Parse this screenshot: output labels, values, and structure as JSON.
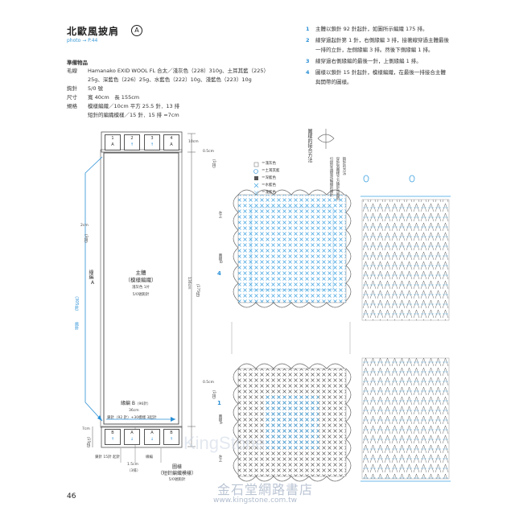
{
  "header": {
    "title": "北歐風披肩",
    "badge": "A",
    "photo": "photo → P.44"
  },
  "materials": {
    "heading": "準備物品",
    "rows": [
      {
        "k": "毛線",
        "v": "Hamanako EXID WOOL FL 合太／淺灰色（228）310g、土耳其藍（225）"
      },
      {
        "k": "",
        "v": "25g、深藍色（226）25g、水藍色（222）10g、淺藍色（223）10g"
      },
      {
        "k": "鉤針",
        "v": "5/0 號"
      },
      {
        "k": "尺寸",
        "v": "寬 40cm　長 155cm"
      },
      {
        "k": "規格",
        "v": "模樣編織／10cm 平方 25.5 針．13 排"
      },
      {
        "k": "",
        "v": "短針的編織模樣／15 針．15 排 =7cm"
      }
    ]
  },
  "steps": [
    {
      "n": "1",
      "t": "主體以鎖針 92 針起針，如圖所示編織 175 排。"
    },
    {
      "n": "2",
      "t": "線穿過起針第 1 針，右側緣編 3 排，接著線穿過主體最後一排的立針，左側緣編 3 排。然後下側緣編 1 排。"
    },
    {
      "n": "3",
      "t": "線穿過右側緣編的最後一針，上側緣編 1 排。"
    },
    {
      "n": "4",
      "t": "圖樣以鎖針 15 針起針，模樣編織，在最後一排接合主體與開帶的圖樣。"
    }
  ],
  "schematic": {
    "body_title": "主體",
    "body_sub": "（模樣編織）",
    "body_color": "淺灰色 1片",
    "body_hook": "5/0號鉤針",
    "edge_a": "緣編",
    "edge_a_letter": "A",
    "edge_a_stitches": "（305針）",
    "edge_a_pick": "挑針",
    "edge_b": "緣編 B",
    "edge_b_stitches": "（96針）",
    "width": "36cm",
    "start": "鎖針（92 針）+30模樣 3起針",
    "bottom_left": "鎖針 15針 起針",
    "edge_label": "緣編",
    "motif_title": "圖樣",
    "motif_sub": "（短針編織模樣）",
    "motif_hook": "5/0號鉤針",
    "dim_10": "10cm",
    "dim_05a": "0.5cm",
    "dim_1a": "（1排）",
    "dim_136": "136cm",
    "dim_175": "（175排）",
    "dim_05b": "0.5cm",
    "dim_1b": "（1排）",
    "dim_7": "7cm",
    "dim_15_rows": "（15排）",
    "dim_2": "2cm",
    "dim_3": "（3排）",
    "dim_15cm": "1.5cm",
    "dim_3b": "（3排）",
    "top_squares": [
      {
        "n": "1",
        "l": "A",
        "arrow": "↓"
      },
      {
        "n": "2",
        "l": "B",
        "arrow": "↑"
      },
      {
        "n": "3",
        "l": "B",
        "arrow": "↑"
      },
      {
        "n": "4",
        "l": "A",
        "arrow": "↓"
      }
    ],
    "bottom_squares": [
      {
        "n": "B",
        "l": "",
        "arrow": "↑"
      },
      {
        "n": "A",
        "l": "",
        "arrow": "↓"
      },
      {
        "n": "A",
        "l": "",
        "arrow": "↓"
      },
      {
        "n": "B",
        "l": "",
        "arrow": "↑"
      }
    ]
  },
  "chart": {
    "join_title": "圖樣的接合方法",
    "join_note": "引拔穿過開花編織的鎖針",
    "join_note2": "穿針到圖樣下方鎖針背面的",
    "join_note3": "鉤針的方法",
    "legend": [
      {
        "sym": "□",
        "t": "＝淺灰色"
      },
      {
        "sym": "○",
        "t": "＝土耳其藍"
      },
      {
        "sym": "■",
        "t": "＝深藍色"
      },
      {
        "sym": "×",
        "t": "＝水藍色"
      },
      {
        "sym": "×",
        "t": "＝淺藍色"
      }
    ],
    "motif_b": "圖樣B",
    "motif_a": "圖樣A",
    "label_4": "4",
    "label_1": "1",
    "left_up": "左上",
    "left_up2": "左上"
  },
  "footer": {
    "page_number": "46",
    "wm_latin": "KingStone",
    "wm_cn": "金石堂網路書店",
    "wm_url": "www.kingstone.com.tw"
  },
  "colors": {
    "accent": "#2a8fd6",
    "cross": "#3aa0e0",
    "line": "#555555"
  }
}
